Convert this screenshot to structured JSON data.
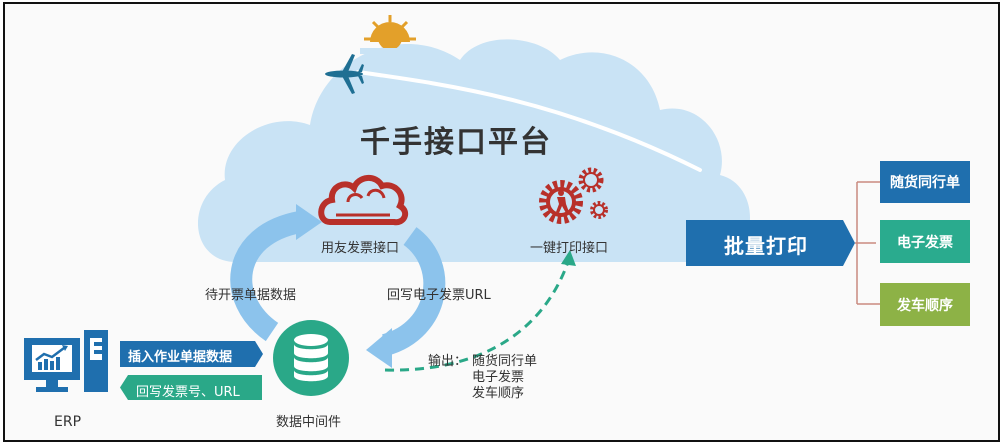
{
  "platform": {
    "title": "千手接口平台"
  },
  "interfaces": {
    "yonyou": "用友发票接口",
    "one_click_print": "一键打印接口"
  },
  "flows": {
    "pending_invoice_data": "待开票单据数据",
    "writeback_einvoice_url": "回写电子发票URL",
    "insert_job_data": "插入作业单据数据",
    "writeback_invoice_no": "回写发票号、URL",
    "output_prefix": "输出：",
    "output_items": [
      "随货同行单",
      "电子发票",
      "发车顺序"
    ]
  },
  "nodes": {
    "erp": "ERP",
    "middleware": "数据中间件"
  },
  "batch_print": {
    "label": "批量打印",
    "items": [
      {
        "label": "随货同行单",
        "color": "#1f6fae"
      },
      {
        "label": "电子发票",
        "color": "#2aab8e"
      },
      {
        "label": "发车顺序",
        "color": "#8db246"
      }
    ]
  },
  "colors": {
    "cloud": "#c9e3f5",
    "arrow_light_blue": "#8cc3ec",
    "primary_blue": "#1f6fae",
    "teal": "#2aa888",
    "icon_red": "#b8302a",
    "sun": "#e3a02a",
    "plane": "#1f6f93",
    "connector": "#c98a7f"
  }
}
